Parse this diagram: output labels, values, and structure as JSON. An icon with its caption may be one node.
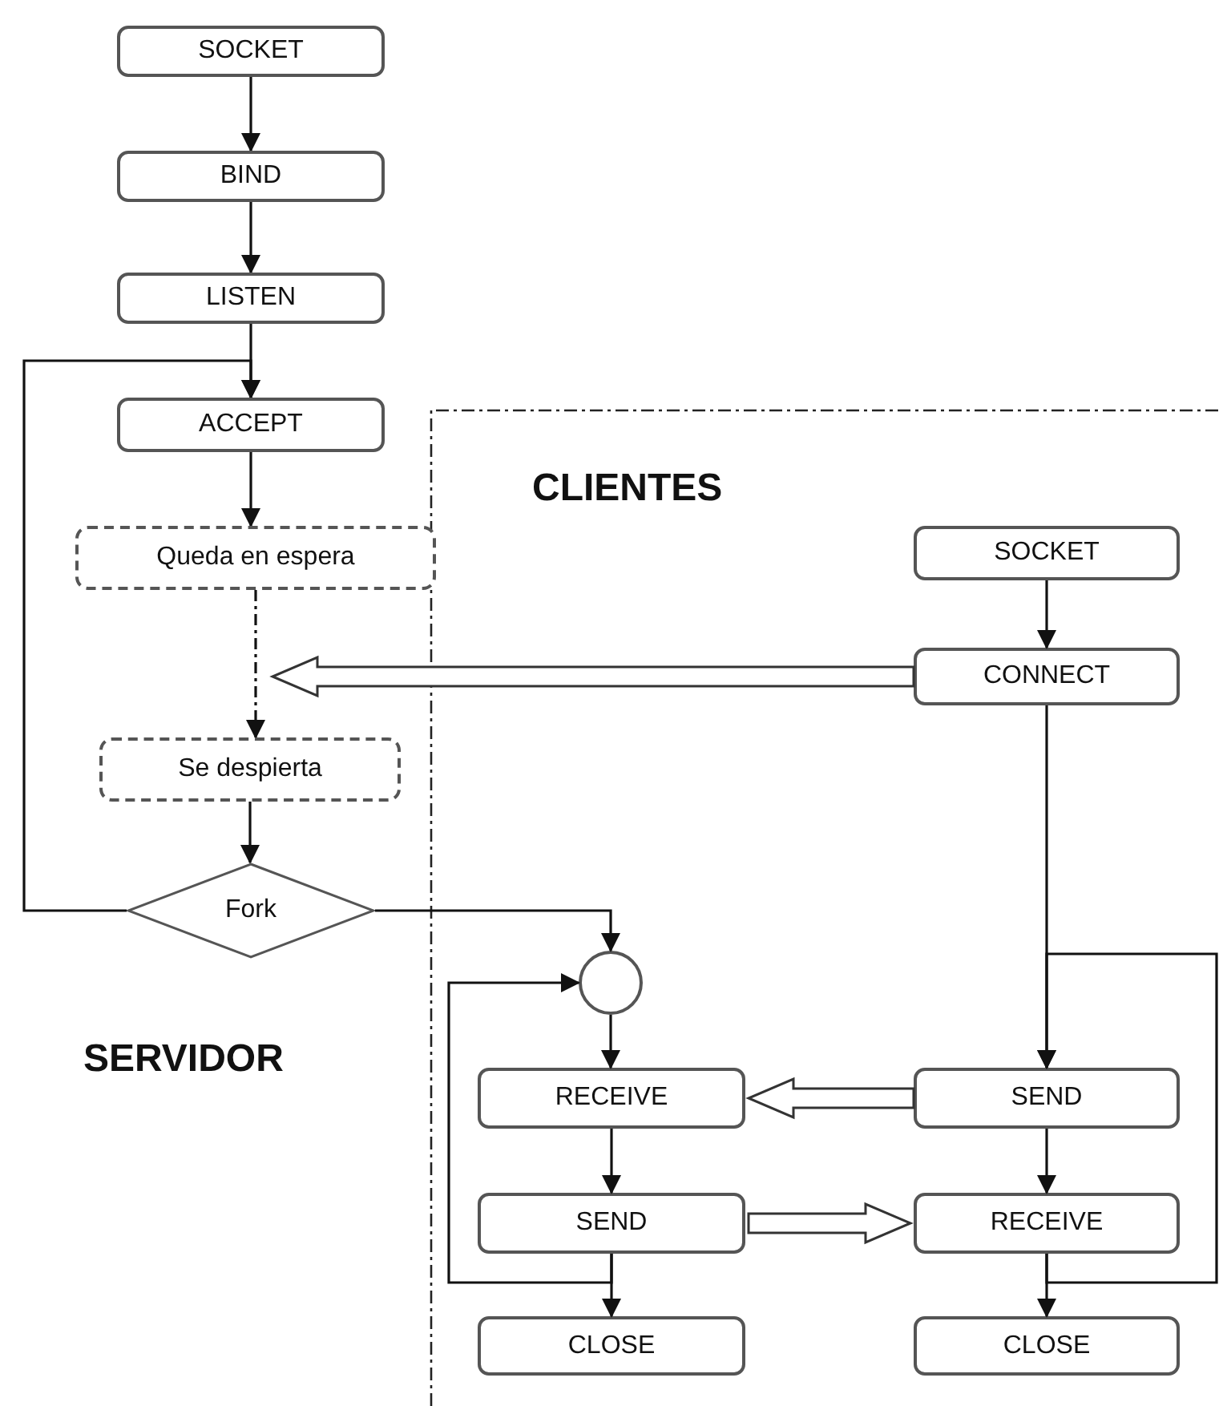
{
  "diagram": {
    "nodes": [
      {
        "text": [
          "SOCKET"
        ]
      },
      {
        "text": [
          "BIND"
        ]
      },
      {
        "text": [
          "LISTEN"
        ]
      },
      {
        "text": [
          "ACCEPT"
        ]
      },
      {
        "text": [
          "Queda en espera"
        ]
      },
      {
        "text": [
          "Se despierta"
        ]
      },
      {
        "text": [
          "Fork"
        ]
      },
      {
        "text": [
          "CLIENTES"
        ]
      },
      {
        "text": [
          "SOCKET"
        ],
        "in": 7
      },
      {
        "text": [
          "CONNECT"
        ],
        "in": 7
      },
      {
        "text": [],
        "shape": "circle",
        "in": 7
      },
      {
        "text": [
          "RECEIVE"
        ],
        "in": 7
      },
      {
        "text": [
          "SEND"
        ],
        "in": 7
      },
      {
        "text": [
          "CLOSE"
        ],
        "in": 7
      },
      {
        "text": [
          "SEND"
        ],
        "in": 7
      },
      {
        "text": [
          "RECEIVE"
        ],
        "in": 7
      },
      {
        "text": [
          "CLOSE"
        ],
        "in": 7
      }
    ],
    "edges": [
      {
        "from": 0,
        "to": 1,
        "arrow": "to"
      },
      {
        "from": 1,
        "to": 2,
        "arrow": "to"
      },
      {
        "from": 2,
        "to": 3,
        "arrow": "to"
      },
      {
        "from": 3,
        "to": 4,
        "arrow": "to"
      },
      {
        "from": 4,
        "to": 5,
        "arrow": "to",
        "style": "dashed"
      },
      {
        "from": 5,
        "to": 6,
        "arrow": "to"
      },
      {
        "from": 6,
        "to": 3,
        "arrow": "to"
      },
      {
        "from": 6,
        "to": 10,
        "arrow": "to"
      },
      {
        "from": 10,
        "to": 11,
        "arrow": "to"
      },
      {
        "from": 11,
        "to": 12,
        "arrow": "to"
      },
      {
        "from": 12,
        "to": 13,
        "arrow": "to"
      },
      {
        "from": 12,
        "to": 10,
        "arrow": "to"
      },
      {
        "from": 9,
        "to": null,
        "arrow": "to",
        "style": "thick"
      },
      {
        "from": 8,
        "to": 9,
        "arrow": "to"
      },
      {
        "from": 9,
        "to": 14,
        "arrow": "to"
      },
      {
        "from": 14,
        "to": 15,
        "arrow": "to"
      },
      {
        "from": 15,
        "to": 16,
        "arrow": "to"
      },
      {
        "from": 15,
        "to": 14,
        "arrow": "to"
      },
      {
        "from": 14,
        "to": 11,
        "arrow": "to",
        "style": "thick"
      },
      {
        "from": 12,
        "to": 15,
        "arrow": "to",
        "style": "thick"
      }
    ],
    "labels": [
      "SERVIDOR"
    ]
  }
}
